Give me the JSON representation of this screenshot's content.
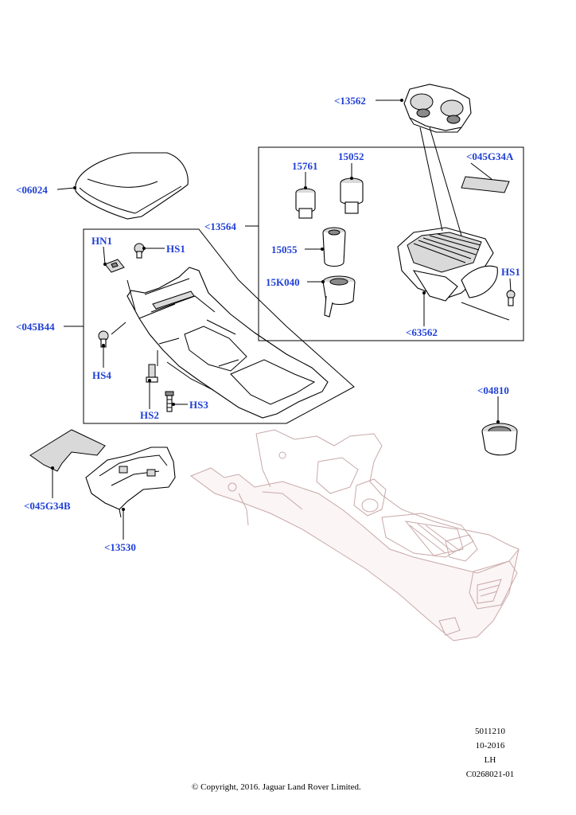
{
  "callouts": {
    "p13562": "<13562",
    "p045G34A": "<045G34A",
    "p15761": "15761",
    "p15052": "15052",
    "p06024": "<06024",
    "p13564": "<13564",
    "p15055": "15055",
    "p15K040": "15K040",
    "pHN1": "HN1",
    "pHS1a": "HS1",
    "pHS1b": "HS1",
    "p045B44": "<045B44",
    "p63562": "<63562",
    "pHS4": "HS4",
    "p04810": "<04810",
    "pHS3": "HS3",
    "pHS2": "HS2",
    "p045G34B": "<045G34B",
    "p13530": "<13530"
  },
  "meta": {
    "code": "5011210",
    "date": "10-2016",
    "side": "LH",
    "drawing": "C0268021-01",
    "copyright": "© Copyright, 2016. Jaguar Land Rover Limited."
  },
  "colors": {
    "callout": "#1f3fd6",
    "ghost_outline": "#c9a8a8"
  }
}
